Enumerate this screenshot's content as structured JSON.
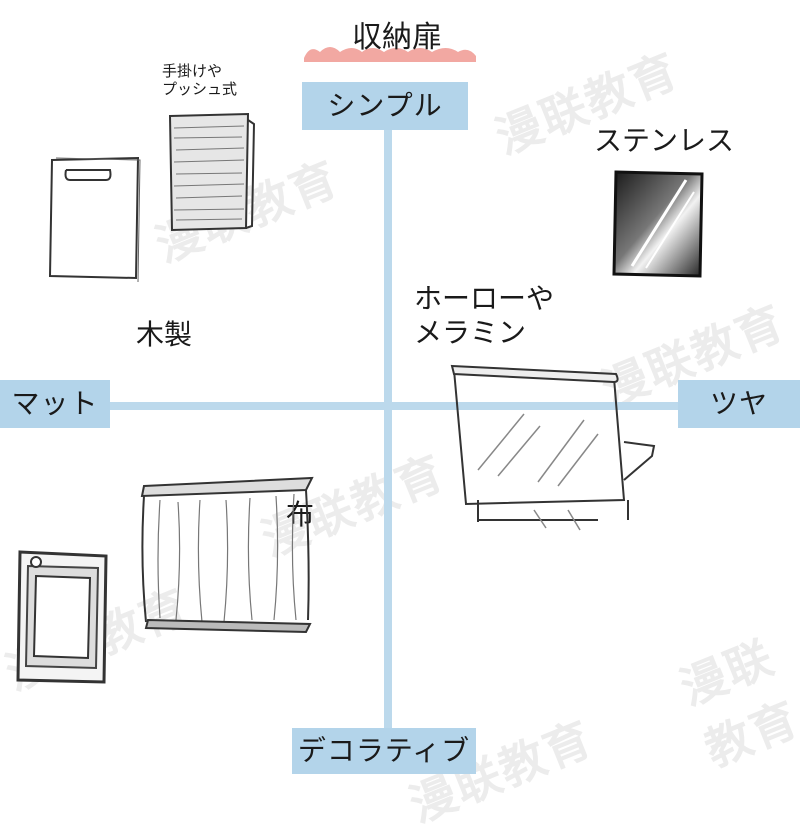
{
  "title": "収納扉",
  "axes": {
    "top": "シンプル",
    "bottom": "デコラティブ",
    "left": "マット",
    "right": "ツヤ"
  },
  "labels": {
    "handle_push": "手掛けや\nプッシュ式",
    "wood": "木製",
    "stainless": "ステンレス",
    "enamel": "ホーローや\nメラミン",
    "cloth": "布"
  },
  "watermark": "漫联教育",
  "colors": {
    "axis": "#bcd9ec",
    "axis_label_bg": "#b3d4ea",
    "title_mark": "#f2a8a2"
  }
}
